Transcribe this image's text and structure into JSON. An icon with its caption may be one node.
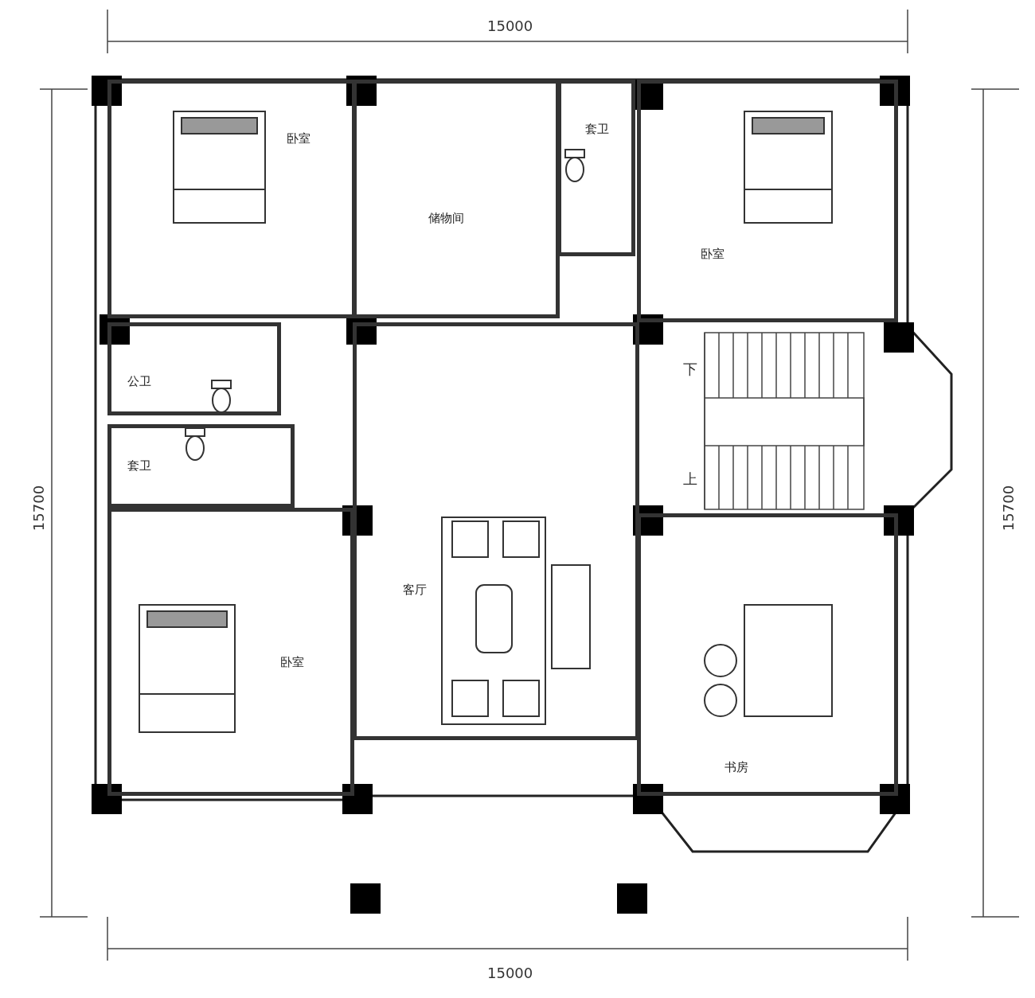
{
  "diagram": {
    "nodes": [
      {
        "text": [
          "卧室"
        ]
      },
      {
        "text": [
          "储物间"
        ]
      },
      {
        "text": [
          "套卫"
        ]
      },
      {
        "text": [
          "卧室"
        ]
      },
      {
        "text": [
          "公卫"
        ]
      },
      {
        "text": [
          "套卫"
        ]
      },
      {
        "text": [
          "客厅"
        ]
      },
      {
        "text": [
          "卧室"
        ]
      },
      {
        "text": [
          "书房"
        ]
      }
    ],
    "edges": [],
    "labels": [
      "15000",
      "15700",
      "下",
      "上",
      "15700",
      "15000"
    ]
  }
}
